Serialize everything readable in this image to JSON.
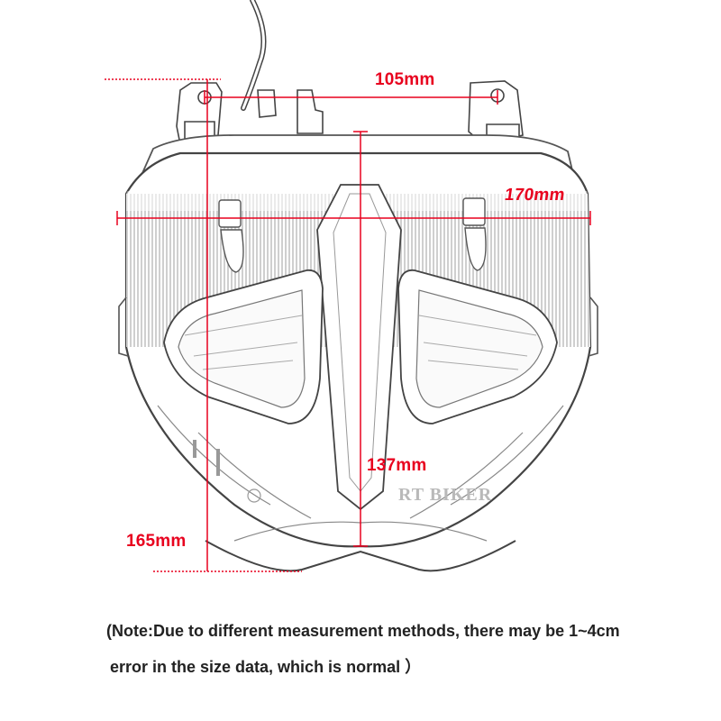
{
  "dimensions": {
    "top_width": "105mm",
    "overall_width": "170mm",
    "center_height": "137mm",
    "overall_height": "165mm"
  },
  "watermark": "RT BIKER",
  "note": {
    "line1": "(Note:Due to different measurement methods, there may be 1~4cm",
    "line2": "error in the size data, which is normal ）"
  },
  "colors": {
    "dimension": "#e8001e",
    "outline": "#555555",
    "background": "#ffffff"
  }
}
